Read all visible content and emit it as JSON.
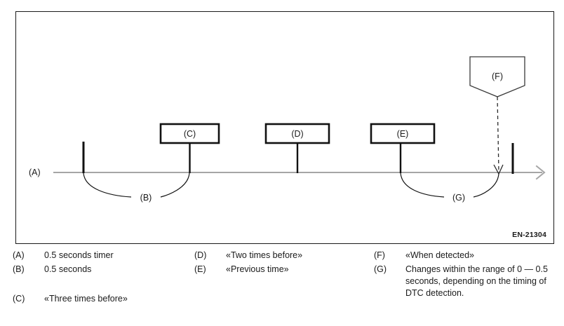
{
  "figure": {
    "reference_code": "EN-21304",
    "axis_label": "(A)",
    "boxes": [
      {
        "id": "C",
        "label": "(C)"
      },
      {
        "id": "D",
        "label": "(D)"
      },
      {
        "id": "E",
        "label": "(E)"
      }
    ],
    "callout": {
      "id": "F",
      "label": "(F)"
    },
    "braces": [
      {
        "id": "B",
        "label": "(B)"
      },
      {
        "id": "G",
        "label": "(G)"
      }
    ]
  },
  "legend": {
    "column_1": [
      {
        "key": "(A)",
        "text": "0.5 seconds timer"
      },
      {
        "key": "(B)",
        "text": "0.5 seconds"
      },
      {
        "key": "(C)",
        "text": "«Three times before»"
      }
    ],
    "column_2": [
      {
        "key": "(D)",
        "text": "«Two times before»"
      },
      {
        "key": "(E)",
        "text": "«Previous time»"
      }
    ],
    "column_3": [
      {
        "key": "(F)",
        "text": "«When detected»"
      },
      {
        "key": "(G)",
        "text": "Changes within the range of 0 — 0.5 seconds, depending on the timing of DTC detection."
      }
    ]
  }
}
